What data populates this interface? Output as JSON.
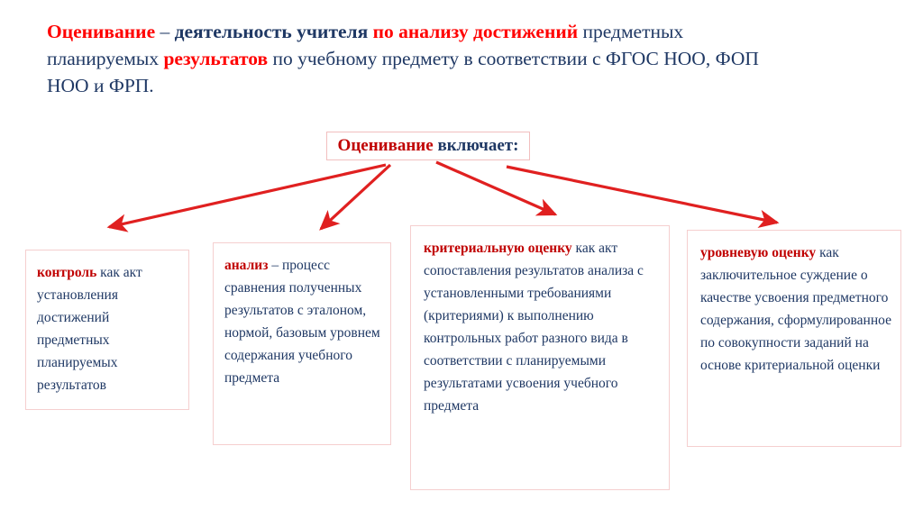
{
  "title": {
    "line1": [
      {
        "text": "Оценивание",
        "style": "red-b"
      },
      {
        "text": " – ",
        "style": "blue"
      },
      {
        "text": "деятельность учителя",
        "style": "blue-b"
      },
      {
        "text": " ",
        "style": "blue"
      },
      {
        "text": "по анализу достижений",
        "style": "red-b"
      },
      {
        "text": " предметных",
        "style": "blue"
      }
    ],
    "line2": [
      {
        "text": "планируемых ",
        "style": "blue"
      },
      {
        "text": "результатов",
        "style": "red-b"
      },
      {
        "text": " по учебному предмету в соответствии с ФГОС НОО, ФОП",
        "style": "blue"
      }
    ],
    "line3": [
      {
        "text": "НОО и ФРП.",
        "style": "blue"
      }
    ],
    "full_text": "Оценивание – деятельность учителя по анализу достижений предметных планируемых результатов по учебному предмету в соответствии с ФГОС НОО, ФОП НОО и ФРП."
  },
  "central_box": {
    "keyword": "Оценивание",
    "rest": " включает:",
    "full_text": "Оценивание включает:"
  },
  "boxes": [
    {
      "id": "control",
      "keyword": "контроль",
      "rest": " как акт установления достижений предметных планируемых результатов",
      "full_text": "контроль как акт установления достижений предметных планируемых результатов"
    },
    {
      "id": "analysis",
      "keyword": "анализ",
      "rest": " – процесс сравнения полученных результатов с эталоном, нормой, базовым уровнем содержания учебного предмета",
      "full_text": "анализ – процесс сравнения полученных результатов с эталоном, нормой, базовым уровнем содержания учебного предмета"
    },
    {
      "id": "criteria",
      "keyword": "критериальную оценку",
      "rest": " как акт сопоставления результатов анализа с установленными требованиями (критериями) к выполнению контрольных работ разного вида в соответствии с планируемыми результатами усвоения учебного предмета",
      "full_text": "критериальную оценку как акт сопоставления результатов анализа с установленными требованиями (критериями) к выполнению контрольных работ разного вида в соответствии с планируемыми результатами усвоения учебного предмета"
    },
    {
      "id": "level",
      "keyword": "уровневую оценку",
      "rest": " как заключительное суждение о качестве усвоения предметного содержания, сформулированное по совокупности заданий на основе критериальной оценки",
      "full_text": "уровневую оценку как заключительное суждение о качестве усвоения предметного содержания, сформулированное по совокупности заданий на основе критериальной оценки"
    }
  ],
  "colors": {
    "red_accent": "#FF0000",
    "dark_red": "#C00000",
    "dark_blue": "#1F3864",
    "arrow_red": "#E02020",
    "box_border": "#F5CFCF"
  },
  "arrows": [
    {
      "from": "central-box",
      "to": "box-control"
    },
    {
      "from": "central-box",
      "to": "box-analysis"
    },
    {
      "from": "central-box",
      "to": "box-criteria"
    },
    {
      "from": "central-box",
      "to": "box-level"
    }
  ]
}
